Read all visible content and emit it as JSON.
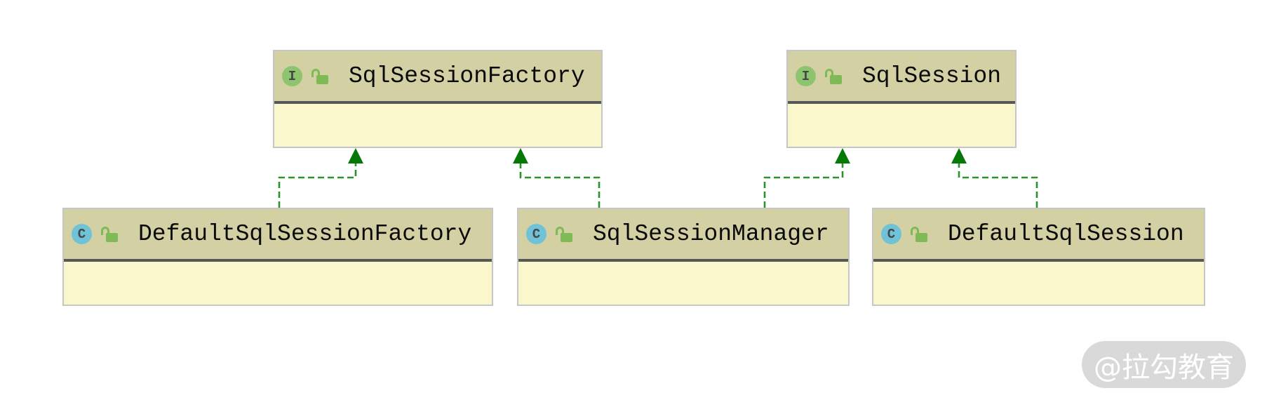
{
  "diagram": {
    "nodes": [
      {
        "id": "sqlSessionFactory",
        "label": "SqlSessionFactory",
        "kind": "interface",
        "icon_letter": "I",
        "kind_icon": "interface-icon",
        "lock_icon": "unlocked-icon"
      },
      {
        "id": "sqlSession",
        "label": "SqlSession",
        "kind": "interface",
        "icon_letter": "I",
        "kind_icon": "interface-icon",
        "lock_icon": "unlocked-icon"
      },
      {
        "id": "defaultSqlSessionFactory",
        "label": "DefaultSqlSessionFactory",
        "kind": "class",
        "icon_letter": "C",
        "kind_icon": "class-icon",
        "lock_icon": "unlocked-icon"
      },
      {
        "id": "sqlSessionManager",
        "label": "SqlSessionManager",
        "kind": "class",
        "icon_letter": "C",
        "kind_icon": "class-icon",
        "lock_icon": "unlocked-icon"
      },
      {
        "id": "defaultSqlSession",
        "label": "DefaultSqlSession",
        "kind": "class",
        "icon_letter": "C",
        "kind_icon": "class-icon",
        "lock_icon": "unlocked-icon"
      }
    ],
    "edges": [
      {
        "from": "DefaultSqlSessionFactory",
        "to": "SqlSessionFactory",
        "relation": "implements"
      },
      {
        "from": "SqlSessionManager",
        "to": "SqlSessionFactory",
        "relation": "implements"
      },
      {
        "from": "SqlSessionManager",
        "to": "SqlSession",
        "relation": "implements"
      },
      {
        "from": "DefaultSqlSession",
        "to": "SqlSession",
        "relation": "implements"
      }
    ],
    "colors": {
      "node_header": "#d3d0a4",
      "node_body": "#faf7cd",
      "node_border": "#c6c6c6",
      "compartment_divider": "#575757",
      "edge_green": "#2a932a",
      "arrowhead_green": "#067806",
      "interface_badge": "#8fc46f",
      "class_badge": "#70c2d7",
      "lock_green": "#7fba57"
    }
  },
  "watermark": {
    "text": "@拉勾教育"
  }
}
